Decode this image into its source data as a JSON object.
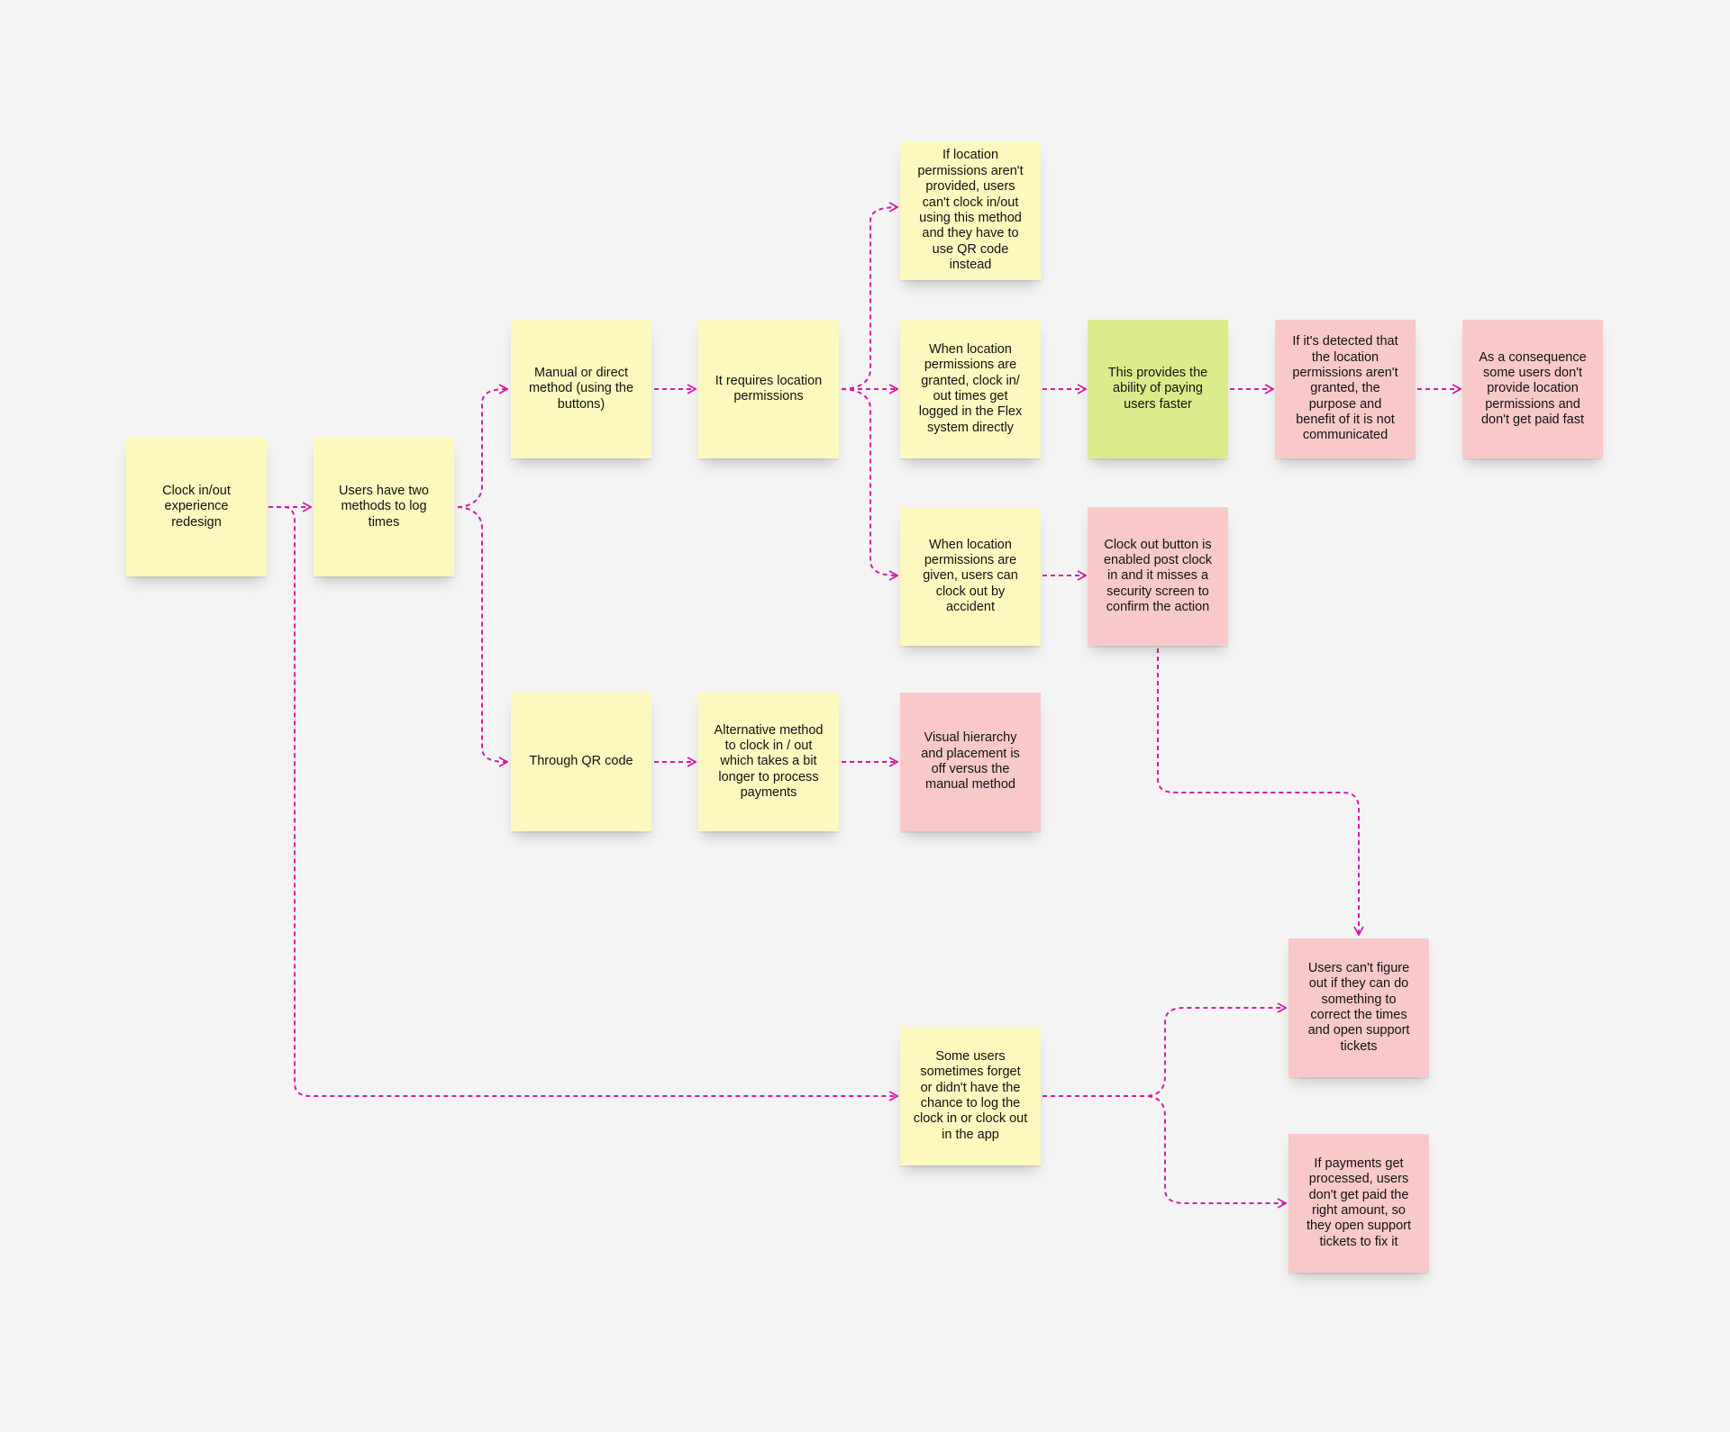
{
  "colors": {
    "background": "#f4f4f4",
    "connector": "#d91aa8",
    "note_yellow": "#fdf9be",
    "note_pink": "#f9c9ca",
    "note_green": "#dceb8c"
  },
  "notes": {
    "clock_redesign": "Clock in/out experience redesign",
    "two_methods": "Users have two methods to log times",
    "manual_method": "Manual or direct method (using the buttons)",
    "requires_location": "It requires location permissions",
    "no_location_qr": "If location permissions aren't provided, users can't clock in/out using this method and they have to use QR code instead",
    "granted_logged": "When location permissions are granted, clock in/ out times get logged in the Flex system directly",
    "paying_faster": "This provides the ability of paying users faster",
    "purpose_not_communicated": "If it's detected that the location permissions aren't granted, the purpose and benefit of it is not communicated",
    "consequence_not_paid": "As a consequence some users don't provide location permissions and don't get paid fast",
    "clock_out_accident": "When location permissions are given, users can clock out by accident",
    "missing_security_screen": "Clock out button is enabled post clock in and it misses a security screen to confirm the action",
    "qr_code": "Through QR code",
    "qr_alternative": "Alternative method to clock in / out which takes a bit longer to process payments",
    "visual_hierarchy": "Visual hierarchy and placement is off versus the manual method",
    "forget_to_log": "Some users sometimes forget or didn't have the chance to log the clock in or clock out in the app",
    "cant_correct_times": "Users can't figure out if they can do something to correct the times and open support tickets",
    "wrong_amount": "If payments get processed, users don't get paid the right amount, so they open support tickets to fix it"
  }
}
